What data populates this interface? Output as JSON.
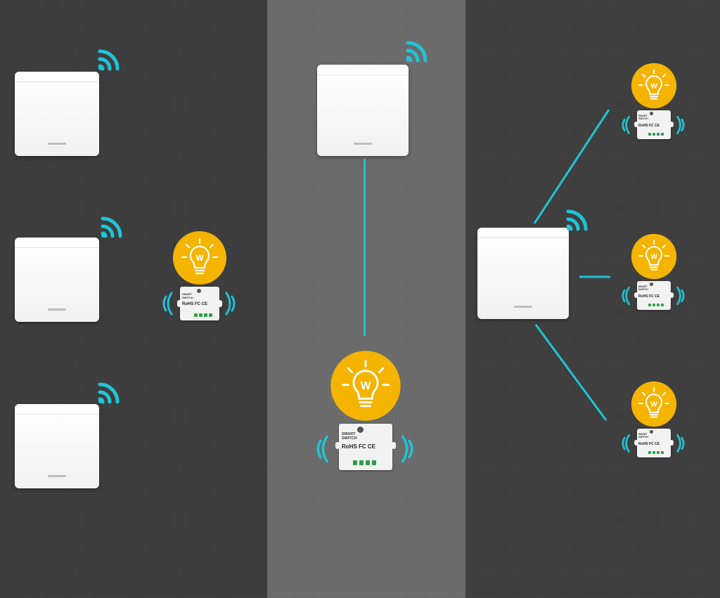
{
  "colors": {
    "signal": "#1fc4d6",
    "bulb": "#f4b400",
    "bulb_glyph": "#ffffff",
    "terminal": "#2e9e4a"
  },
  "module_label": {
    "brand": "SMART SWITCH",
    "cert": "RoHS FC CE"
  },
  "bulb_letter": "W"
}
